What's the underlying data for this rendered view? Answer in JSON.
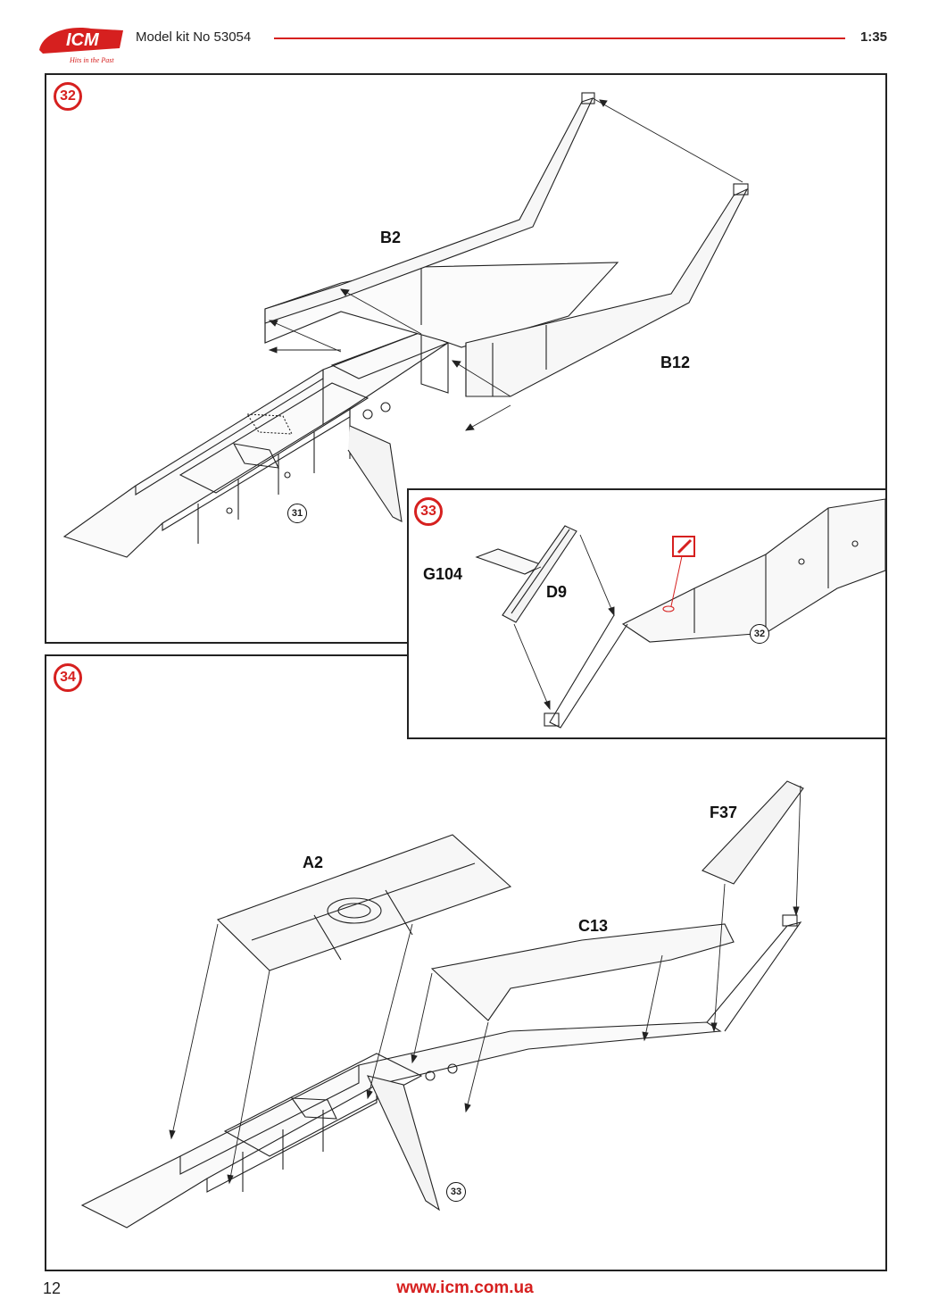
{
  "header": {
    "brand": "ICM",
    "tagline": "Hits in the Past",
    "kit_label": "Model kit No 53054",
    "scale": "1:35"
  },
  "colors": {
    "accent": "#d6201f",
    "line": "#222222"
  },
  "steps": {
    "s32": {
      "number": "32",
      "parts": {
        "b2": "B2",
        "b12": "B12"
      },
      "ref": "31"
    },
    "s33": {
      "number": "33",
      "parts": {
        "g104": "G104",
        "d9": "D9"
      },
      "ref": "32",
      "icon": "glue-icon"
    },
    "s34": {
      "number": "34",
      "parts": {
        "a2": "A2",
        "c13": "C13",
        "f37": "F37"
      },
      "ref": "33"
    }
  },
  "footer": {
    "page": "12",
    "url": "www.icm.com.ua"
  }
}
